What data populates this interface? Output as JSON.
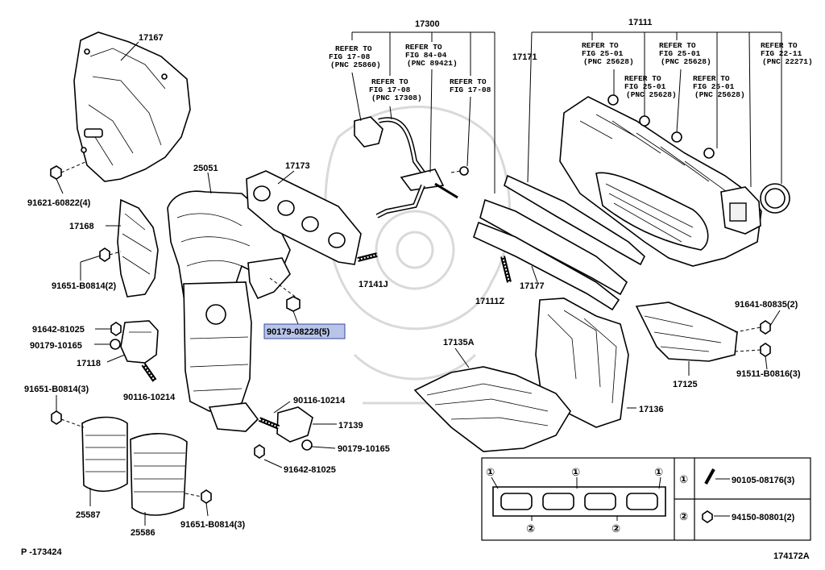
{
  "diagram": {
    "footer_left": "P -173424",
    "footer_right": "174172A",
    "highlight_color": "#b8c4e8",
    "parts": [
      {
        "id": "p17167",
        "number": "17167"
      },
      {
        "id": "p25051",
        "number": "25051"
      },
      {
        "id": "p17173",
        "number": "17173"
      },
      {
        "id": "p17300",
        "number": "17300"
      },
      {
        "id": "p17111",
        "number": "17111"
      },
      {
        "id": "p17171",
        "number": "17171"
      },
      {
        "id": "p17168",
        "number": "17168"
      },
      {
        "id": "p17118",
        "number": "17118"
      },
      {
        "id": "p17141J",
        "number": "17141J"
      },
      {
        "id": "p17111Z",
        "number": "17111Z"
      },
      {
        "id": "p17177",
        "number": "17177"
      },
      {
        "id": "p17135A",
        "number": "17135A"
      },
      {
        "id": "p17125",
        "number": "17125"
      },
      {
        "id": "p17136",
        "number": "17136"
      },
      {
        "id": "p17139",
        "number": "17139"
      },
      {
        "id": "p25587",
        "number": "25587"
      },
      {
        "id": "p25586",
        "number": "25586"
      }
    ],
    "fasteners": [
      {
        "id": "f1",
        "number": "91621-60822(4)"
      },
      {
        "id": "f2",
        "number": "91651-B0814(2)"
      },
      {
        "id": "f3",
        "number": "91642-81025"
      },
      {
        "id": "f4",
        "number": "90179-10165"
      },
      {
        "id": "f5",
        "number": "90116-10214"
      },
      {
        "id": "f6",
        "number": "91651-B0814(3)"
      },
      {
        "id": "f7",
        "number": "90179-08228(5)",
        "highlighted": true
      },
      {
        "id": "f8",
        "number": "90116-10214"
      },
      {
        "id": "f9",
        "number": "90179-10165"
      },
      {
        "id": "f10",
        "number": "91642-81025"
      },
      {
        "id": "f11",
        "number": "91651-B0814(3)"
      },
      {
        "id": "f12",
        "number": "91641-80835(2)"
      },
      {
        "id": "f13",
        "number": "91511-B0816(3)"
      }
    ],
    "references": [
      {
        "id": "r1",
        "lines": [
          "REFER TO",
          "FIG 17-08",
          "(PNC 25860)"
        ]
      },
      {
        "id": "r2",
        "lines": [
          "REFER TO",
          "FIG 84-04",
          "(PNC 89421)"
        ]
      },
      {
        "id": "r3",
        "lines": [
          "REFER TO",
          "FIG 17-08",
          "(PNC 17308)"
        ]
      },
      {
        "id": "r4",
        "lines": [
          "REFER TO",
          "FIG 17-08"
        ]
      },
      {
        "id": "r5",
        "lines": [
          "REFER TO",
          "FIG 25-01",
          "(PNC 25628)"
        ]
      },
      {
        "id": "r6",
        "lines": [
          "REFER TO",
          "FIG 25-01",
          "(PNC 25628)"
        ]
      },
      {
        "id": "r7",
        "lines": [
          "REFER TO",
          "FIG 25-01",
          "(PNC 25628)"
        ]
      },
      {
        "id": "r8",
        "lines": [
          "REFER TO",
          "FIG 25-01",
          "(PNC 25628)"
        ]
      },
      {
        "id": "r9",
        "lines": [
          "REFER TO",
          "FIG 22-11",
          "(PNC 22271)"
        ]
      }
    ],
    "legend": {
      "marker_1": "①",
      "marker_2": "②",
      "item_1": "90105-08176(3)",
      "item_2": "94150-80801(2)"
    }
  }
}
